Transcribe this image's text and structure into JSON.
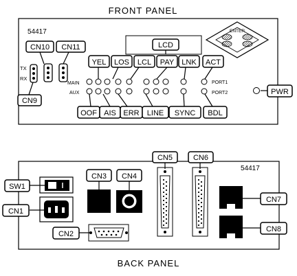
{
  "front": {
    "title": "FRONT PANEL",
    "model": "54417",
    "tx": "TX",
    "rx": "RX",
    "main": "MAIN",
    "aux": "AUX",
    "port1": "PORT1",
    "port2": "PORT2",
    "enter": "ENTER",
    "callouts": {
      "cn10": "CN10",
      "cn11": "CN11",
      "cn9": "CN9",
      "lcd": "LCD",
      "yel": "YEL",
      "los": "LOS",
      "lcl": "LCL",
      "pay": "PAY",
      "lnk": "LNK",
      "act": "ACT",
      "oof": "OOF",
      "ais": "AIS",
      "err": "ERR",
      "line": "LINE",
      "sync": "SYNC",
      "bdl": "BDL",
      "pwr": "PWR"
    }
  },
  "back": {
    "title": "BACK PANEL",
    "model": "54417",
    "callouts": {
      "sw1": "SW1",
      "cn1": "CN1",
      "cn2": "CN2",
      "cn3": "CN3",
      "cn4": "CN4",
      "cn5": "CN5",
      "cn6": "CN6",
      "cn7": "CN7",
      "cn8": "CN8"
    }
  }
}
